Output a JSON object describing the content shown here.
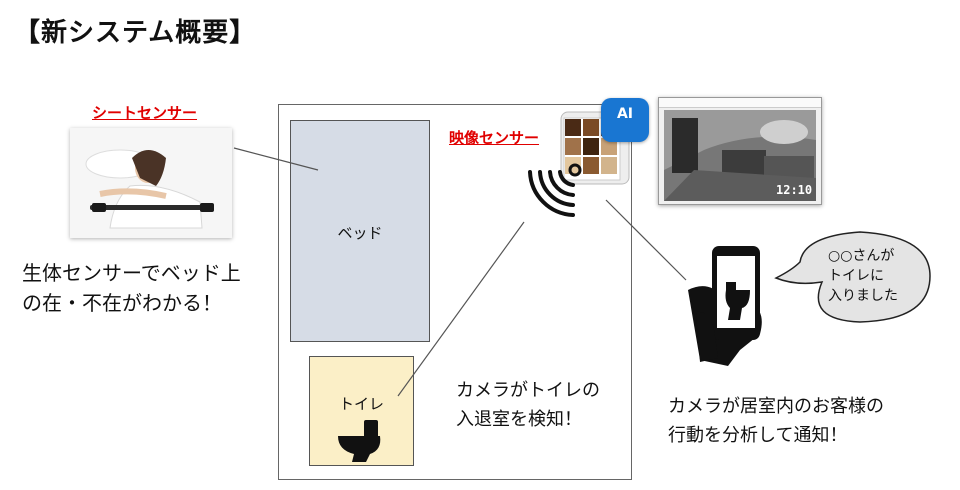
{
  "title": "【新システム概要】",
  "seat_sensor": {
    "label": "シートセンサー",
    "description_lines": [
      "生体センサーでベッド上",
      "の在・不在がわかる！"
    ]
  },
  "room": {
    "bed_label": "ベッド",
    "toilet_label": "トイレ"
  },
  "video_sensor": {
    "label": "映像センサー",
    "ai_badge": "AI"
  },
  "monitor": {
    "timestamp": "12:10"
  },
  "camera_detection": {
    "lines": [
      "カメラがトイレの",
      "入退室を検知！"
    ]
  },
  "analysis": {
    "lines": [
      "カメラが居室内のお客様の",
      "行動を分析して通知！"
    ]
  },
  "notification_bubble": {
    "lines": [
      "○○さんが",
      "トイレに",
      "入りました"
    ]
  },
  "colors": {
    "accent_red": "#e00000",
    "bed_fill": "#d6dce6",
    "toilet_fill": "#fbefc7",
    "ai_blue": "#1976d2"
  }
}
